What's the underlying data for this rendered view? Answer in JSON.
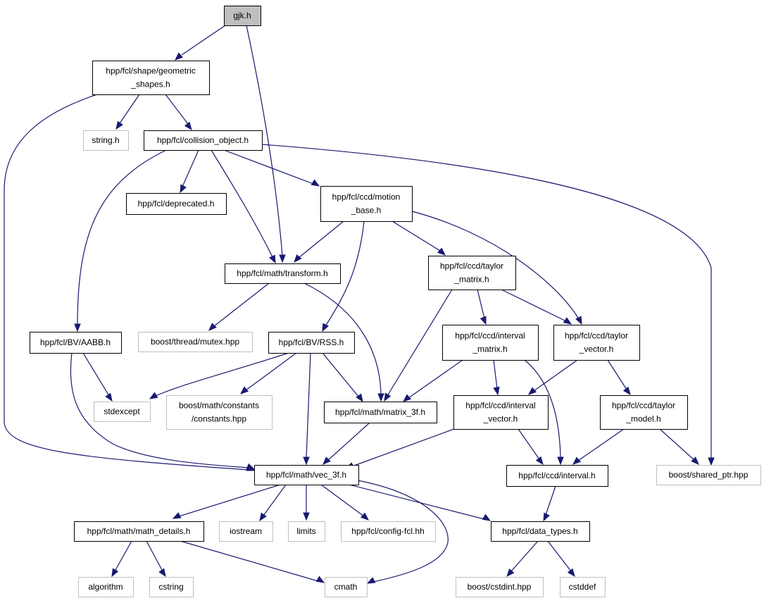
{
  "colors": {
    "edge": "#191970",
    "node_border": "#000000",
    "external_border": "#bfbfbf",
    "root_fill": "#bfbfbf",
    "node_fill": "#ffffff"
  },
  "nodes": {
    "gjk": {
      "lines": [
        "gjk.h"
      ],
      "kind": "root"
    },
    "geometric": {
      "lines": [
        "hpp/fcl/shape/geometric",
        "_shapes.h"
      ],
      "kind": "internal"
    },
    "string": {
      "lines": [
        "string.h"
      ],
      "kind": "external"
    },
    "collision": {
      "lines": [
        "hpp/fcl/collision_object.h"
      ],
      "kind": "internal"
    },
    "deprecated": {
      "lines": [
        "hpp/fcl/deprecated.h"
      ],
      "kind": "internal"
    },
    "motion": {
      "lines": [
        "hpp/fcl/ccd/motion",
        "_base.h"
      ],
      "kind": "internal"
    },
    "transform": {
      "lines": [
        "hpp/fcl/math/transform.h"
      ],
      "kind": "internal"
    },
    "tmatrix": {
      "lines": [
        "hpp/fcl/ccd/taylor",
        "_matrix.h"
      ],
      "kind": "internal"
    },
    "mutex": {
      "lines": [
        "boost/thread/mutex.hpp"
      ],
      "kind": "external"
    },
    "aabb": {
      "lines": [
        "hpp/fcl/BV/AABB.h"
      ],
      "kind": "internal"
    },
    "rss": {
      "lines": [
        "hpp/fcl/BV/RSS.h"
      ],
      "kind": "internal"
    },
    "imatrix": {
      "lines": [
        "hpp/fcl/ccd/interval",
        "_matrix.h"
      ],
      "kind": "internal"
    },
    "tvector": {
      "lines": [
        "hpp/fcl/ccd/taylor",
        "_vector.h"
      ],
      "kind": "internal"
    },
    "stdexcept": {
      "lines": [
        "stdexcept"
      ],
      "kind": "external"
    },
    "constants": {
      "lines": [
        "boost/math/constants",
        "/constants.hpp"
      ],
      "kind": "external"
    },
    "matrix3f": {
      "lines": [
        "hpp/fcl/math/matrix_3f.h"
      ],
      "kind": "internal"
    },
    "ivector": {
      "lines": [
        "hpp/fcl/ccd/interval",
        "_vector.h"
      ],
      "kind": "internal"
    },
    "tmodel": {
      "lines": [
        "hpp/fcl/ccd/taylor",
        "_model.h"
      ],
      "kind": "internal"
    },
    "vec3f": {
      "lines": [
        "hpp/fcl/math/vec_3f.h"
      ],
      "kind": "internal"
    },
    "interval": {
      "lines": [
        "hpp/fcl/ccd/interval.h"
      ],
      "kind": "internal"
    },
    "sharedptr": {
      "lines": [
        "boost/shared_ptr.hpp"
      ],
      "kind": "external"
    },
    "mathdetails": {
      "lines": [
        "hpp/fcl/math/math_details.h"
      ],
      "kind": "internal"
    },
    "iostream": {
      "lines": [
        "iostream"
      ],
      "kind": "external"
    },
    "limits": {
      "lines": [
        "limits"
      ],
      "kind": "external"
    },
    "configfcl": {
      "lines": [
        "hpp/fcl/config-fcl.hh"
      ],
      "kind": "external"
    },
    "datatypes": {
      "lines": [
        "hpp/fcl/data_types.h"
      ],
      "kind": "internal"
    },
    "algorithm": {
      "lines": [
        "algorithm"
      ],
      "kind": "external"
    },
    "cstring": {
      "lines": [
        "cstring"
      ],
      "kind": "external"
    },
    "cmath": {
      "lines": [
        "cmath"
      ],
      "kind": "external"
    },
    "cstdint": {
      "lines": [
        "boost/cstdint.hpp"
      ],
      "kind": "external"
    },
    "cstddef": {
      "lines": [
        "cstddef"
      ],
      "kind": "external"
    }
  },
  "edges": [
    [
      "gjk",
      "geometric"
    ],
    [
      "gjk",
      "transform"
    ],
    [
      "geometric",
      "string"
    ],
    [
      "geometric",
      "collision"
    ],
    [
      "geometric",
      "vec3f"
    ],
    [
      "collision",
      "deprecated"
    ],
    [
      "collision",
      "motion"
    ],
    [
      "collision",
      "transform"
    ],
    [
      "collision",
      "aabb"
    ],
    [
      "collision",
      "sharedptr"
    ],
    [
      "motion",
      "transform"
    ],
    [
      "motion",
      "tmatrix"
    ],
    [
      "motion",
      "rss"
    ],
    [
      "motion",
      "tvector"
    ],
    [
      "transform",
      "mutex"
    ],
    [
      "transform",
      "matrix3f"
    ],
    [
      "tmatrix",
      "matrix3f"
    ],
    [
      "tmatrix",
      "imatrix"
    ],
    [
      "tmatrix",
      "tvector"
    ],
    [
      "aabb",
      "stdexcept"
    ],
    [
      "aabb",
      "vec3f"
    ],
    [
      "rss",
      "stdexcept"
    ],
    [
      "rss",
      "constants"
    ],
    [
      "rss",
      "matrix3f"
    ],
    [
      "rss",
      "vec3f"
    ],
    [
      "imatrix",
      "matrix3f"
    ],
    [
      "imatrix",
      "ivector"
    ],
    [
      "imatrix",
      "interval"
    ],
    [
      "tvector",
      "ivector"
    ],
    [
      "tvector",
      "tmodel"
    ],
    [
      "matrix3f",
      "vec3f"
    ],
    [
      "ivector",
      "vec3f"
    ],
    [
      "ivector",
      "interval"
    ],
    [
      "tmodel",
      "interval"
    ],
    [
      "tmodel",
      "sharedptr"
    ],
    [
      "vec3f",
      "mathdetails"
    ],
    [
      "vec3f",
      "iostream"
    ],
    [
      "vec3f",
      "limits"
    ],
    [
      "vec3f",
      "configfcl"
    ],
    [
      "vec3f",
      "datatypes"
    ],
    [
      "vec3f",
      "cmath"
    ],
    [
      "interval",
      "datatypes"
    ],
    [
      "mathdetails",
      "algorithm"
    ],
    [
      "mathdetails",
      "cstring"
    ],
    [
      "mathdetails",
      "cmath"
    ],
    [
      "datatypes",
      "cstdint"
    ],
    [
      "datatypes",
      "cstddef"
    ]
  ]
}
